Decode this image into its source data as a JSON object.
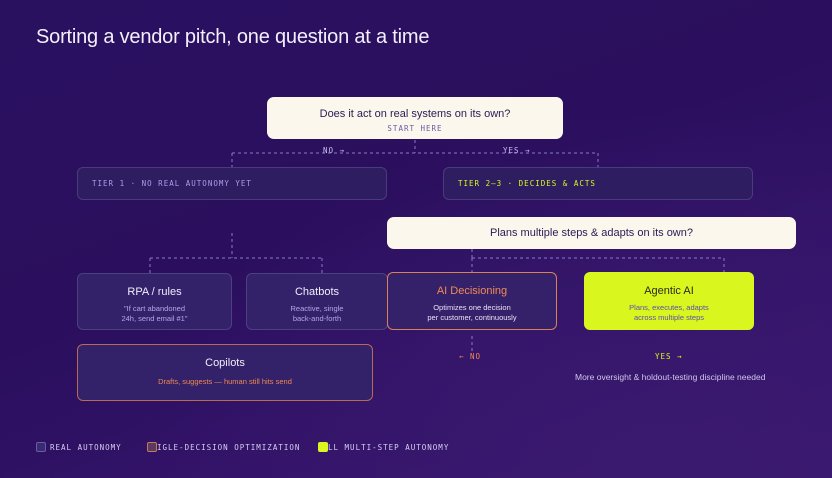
{
  "title": "Sorting a vendor pitch, one question at a time",
  "question1": {
    "text": "Does it act on real systems on its own?",
    "hint": "START HERE"
  },
  "branch": {
    "no": "NO →",
    "yes": "YES →"
  },
  "tiers": {
    "left": "TIER 1 · NO REAL AUTONOMY YET",
    "right": "TIER 2–3 · DECIDES & ACTS"
  },
  "question2": {
    "text": "Plans multiple steps & adapts on its own?"
  },
  "boxes": {
    "rpa": {
      "title": "RPA / rules",
      "desc1": "\"If cart abandoned",
      "desc2": "24h, send email #1\""
    },
    "chatbots": {
      "title": "Chatbots",
      "desc1": "Reactive, single",
      "desc2": "back-and-forth"
    },
    "copilots": {
      "title": "Copilots",
      "desc": "Drafts, suggests — human still hits send"
    },
    "decisioning": {
      "title": "AI Decisioning",
      "desc1": "Optimizes one decision",
      "desc2": "per customer, continuously"
    },
    "agentic": {
      "title": "Agentic AI",
      "desc1": "Plans, executes, adapts",
      "desc2": "across multiple steps"
    }
  },
  "outcomes": {
    "no": "← NO",
    "yes": "YES →",
    "note": "More oversight & holdout-testing discipline needed"
  },
  "legend": [
    {
      "label": "REAL AUTONOMY",
      "color": "#3a2a70"
    },
    {
      "label": "IGLE-DECISION OPTIMIZATION",
      "color": "#5a3a5e"
    },
    {
      "label": "LL MULTI-STEP AUTONOMY",
      "color": "#d9f61e"
    }
  ],
  "colors": {
    "accent_orange": "#f08a55",
    "accent_lime": "#d9f61e",
    "tier_right_text": "#d9f61e",
    "tier_left_text": "#a99ce8"
  }
}
